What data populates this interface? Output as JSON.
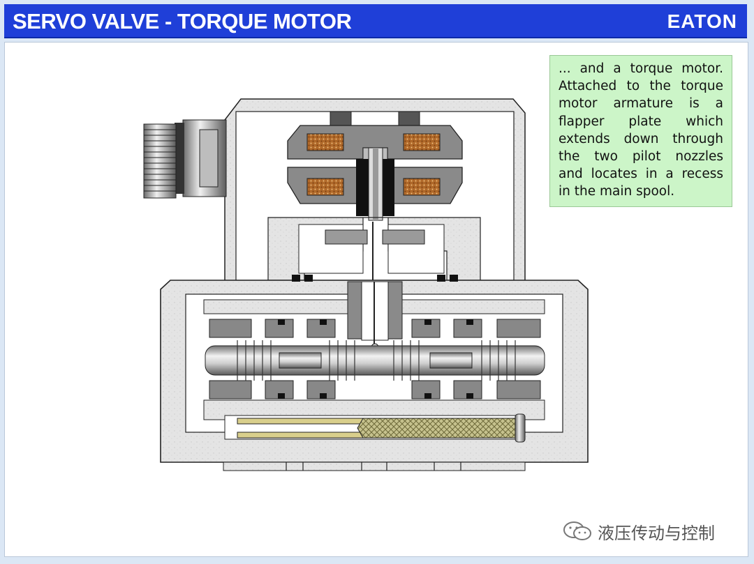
{
  "header": {
    "title": "SERVO VALVE - TORQUE MOTOR",
    "logo": "EATON"
  },
  "note": {
    "lines": [
      "... and a torque motor.",
      "Attached to the torque",
      "motor armature is a",
      "flapper plate which",
      "extends down through",
      "the two pilot nozzles",
      "and locates in a recess",
      "in the main spool."
    ]
  },
  "watermark": {
    "text": "液压传动与控制",
    "icon": "wechat-icon"
  },
  "colors": {
    "title_bar": "#1f3fd8",
    "note_bg": "#ccf5c8",
    "body_fill": "#e6e6e6",
    "coil": "#b0692a"
  }
}
